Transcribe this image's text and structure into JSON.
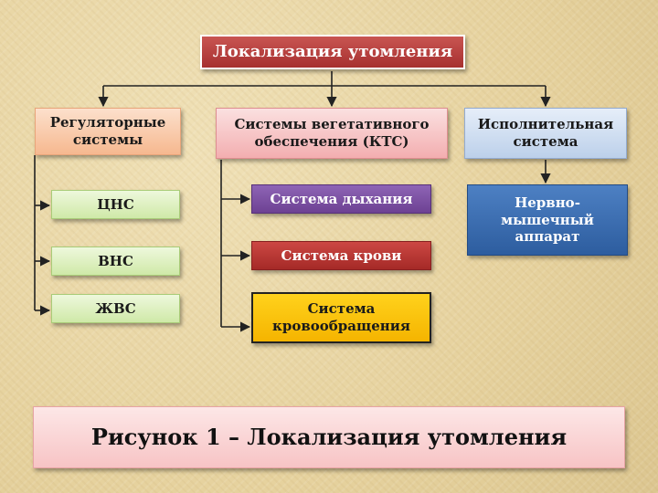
{
  "title": "Локализация утомления",
  "categories": [
    {
      "label": "Регуляторные системы"
    },
    {
      "label": "Системы вегетативного обеспечения (КТС)"
    },
    {
      "label": "Исполнительная система"
    }
  ],
  "regulatory_items": [
    "ЦНС",
    "ВНС",
    "ЖВС"
  ],
  "vegetative_items": [
    "Система дыхания",
    "Система крови",
    "Система кровообращения"
  ],
  "executive_items": [
    "Нервно-мышечный аппарат"
  ],
  "caption": "Рисунок 1 – Локализация утомления",
  "colors": {
    "title_fill": "#b53c3a",
    "regulatory_fill": "#f6b88f",
    "vegetative_fill": "#f3aeb0",
    "executive_fill": "#bcd0ea",
    "regulatory_items_fill": "#cfe9a8",
    "breathing_fill": "#7a4da3",
    "blood_fill": "#b83835",
    "circulation_fill": "#ffc000",
    "neuromuscular_fill": "#3a6eb3",
    "connector": "#222222"
  }
}
